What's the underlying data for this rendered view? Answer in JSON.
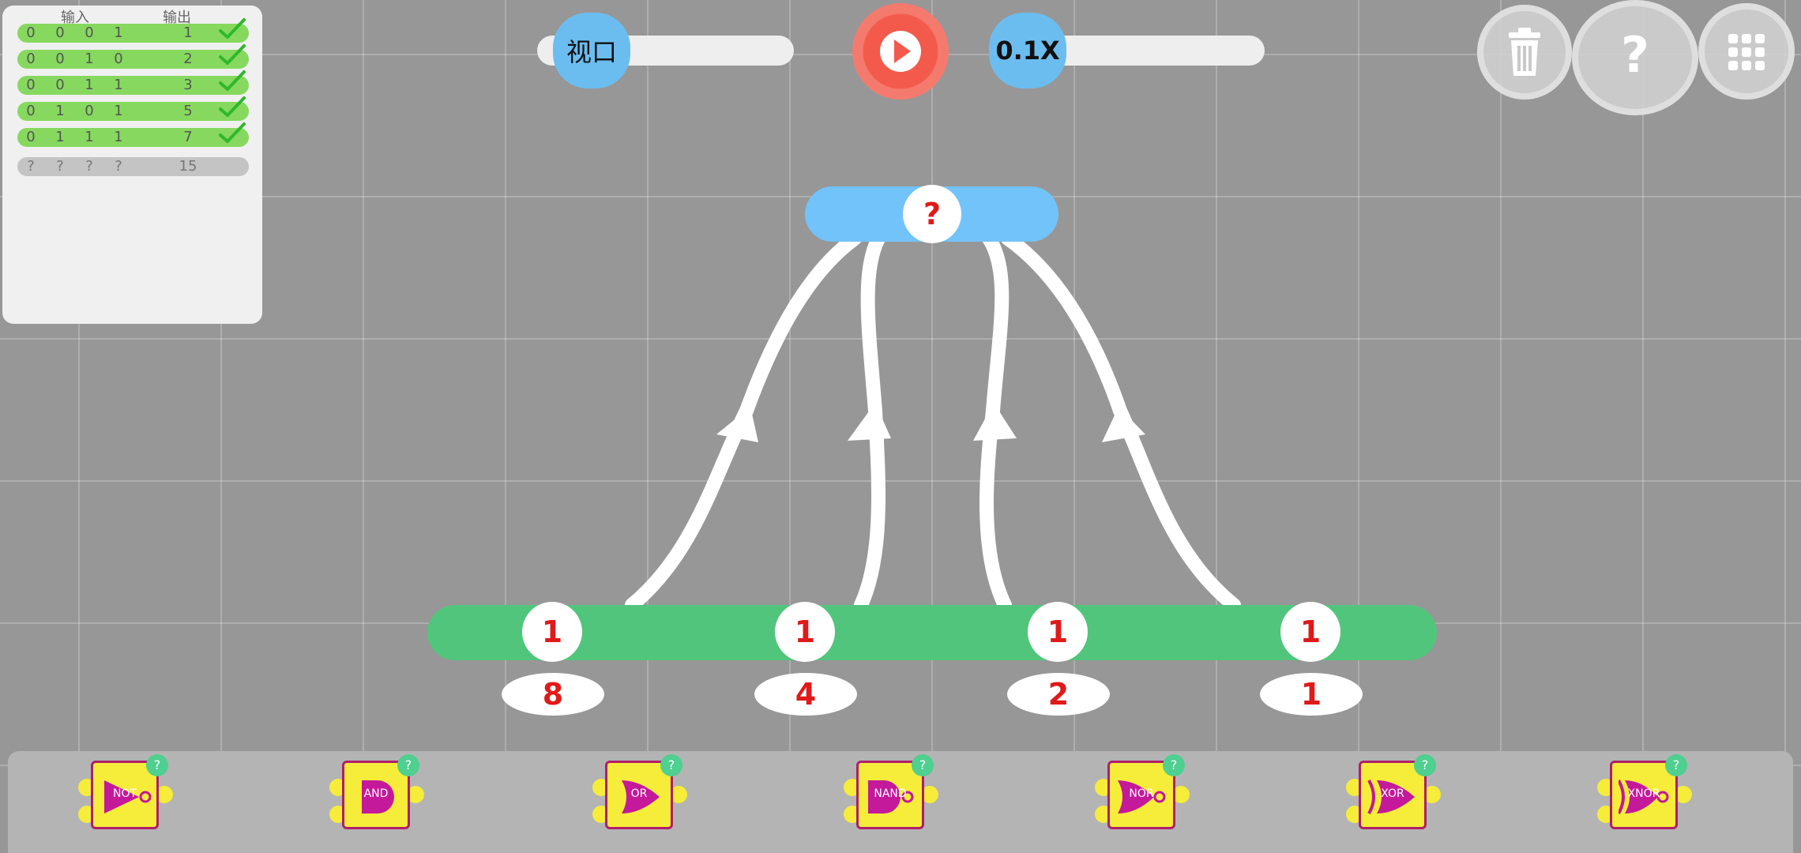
{
  "truth_table": {
    "input_header": "输入",
    "output_header": "输出",
    "rows": [
      {
        "inputs": [
          "0",
          "0",
          "0",
          "1"
        ],
        "output": "1",
        "status": "ok"
      },
      {
        "inputs": [
          "0",
          "0",
          "1",
          "0"
        ],
        "output": "2",
        "status": "ok"
      },
      {
        "inputs": [
          "0",
          "0",
          "1",
          "1"
        ],
        "output": "3",
        "status": "ok"
      },
      {
        "inputs": [
          "0",
          "1",
          "0",
          "1"
        ],
        "output": "5",
        "status": "ok"
      },
      {
        "inputs": [
          "0",
          "1",
          "1",
          "1"
        ],
        "output": "7",
        "status": "ok"
      },
      {
        "inputs": [
          "?",
          "?",
          "?",
          "?"
        ],
        "output": "15",
        "status": "pending"
      }
    ]
  },
  "toolbar": {
    "view_label": "视口",
    "speed_label": "0.1X",
    "play_icon": "play-icon",
    "trash_icon": "trash-icon",
    "help_icon": "help-icon",
    "menu_icon": "grid-menu-icon"
  },
  "circuit": {
    "output_value": "?",
    "bits": [
      {
        "value": "1",
        "weight": "8"
      },
      {
        "value": "1",
        "weight": "4"
      },
      {
        "value": "1",
        "weight": "2"
      },
      {
        "value": "1",
        "weight": "1"
      }
    ]
  },
  "gates": [
    {
      "label": "NOT"
    },
    {
      "label": "AND"
    },
    {
      "label": "OR"
    },
    {
      "label": "NAND"
    },
    {
      "label": "NOR"
    },
    {
      "label": "XOR"
    },
    {
      "label": "XNOR"
    }
  ],
  "help_mark": "?",
  "colors": {
    "background": "#979797",
    "ok_row": "#86d95e",
    "pending_row": "#c4c4c4",
    "input_bar": "#52c57d",
    "output_node": "#72c3f9",
    "slider_knob": "#6bbdf0",
    "play": "#f35a4c",
    "digit": "#e01a1a",
    "gate_body": "#f6ec3a",
    "gate_symbol": "#c4199a"
  }
}
